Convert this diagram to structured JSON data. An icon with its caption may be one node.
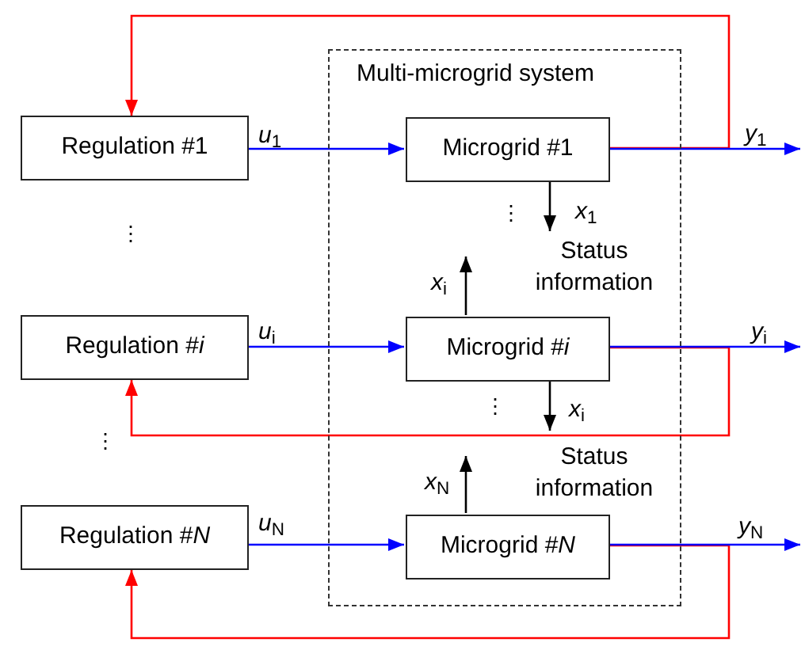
{
  "diagram": {
    "nodes": [
      {
        "text": [
          "Regulation #1"
        ]
      },
      {
        "text": [
          "Regulation #*i*"
        ]
      },
      {
        "text": [
          "Regulation #*N*"
        ]
      },
      {
        "text": [
          "Multi-microgrid system"
        ]
      },
      {
        "text": [
          "Microgrid #1"
        ],
        "in": 3
      },
      {
        "text": [
          "Microgrid #*i*"
        ],
        "in": 3
      },
      {
        "text": [
          "Microgrid #*N*"
        ],
        "in": 3
      },
      {
        "text": [
          "Status information"
        ],
        "in": 3
      },
      {
        "text": [
          "Status information"
        ],
        "in": 3
      }
    ],
    "edges": [
      {
        "from": 0,
        "to": 4,
        "arrow": "to",
        "label": "*u*$_{1}$"
      },
      {
        "from": 4,
        "to": null,
        "arrow": "to",
        "label": "*y*$_{1}$"
      },
      {
        "from": 4,
        "to": 0,
        "arrow": "to",
        "color": "#ff0000"
      },
      {
        "from": 4,
        "to": 7,
        "arrow": "to",
        "label": "*x*$_{1}$",
        "color": "#000000"
      },
      {
        "from": 5,
        "to": 7,
        "arrow": "to",
        "label": "*x*$_{i}$",
        "color": "#000000"
      },
      {
        "from": 1,
        "to": 5,
        "arrow": "to",
        "label": "*u*$_{i}$"
      },
      {
        "from": 5,
        "to": null,
        "arrow": "to",
        "label": "*y*$_{i}$"
      },
      {
        "from": 5,
        "to": 1,
        "arrow": "to",
        "color": "#ff0000"
      },
      {
        "from": 5,
        "to": 8,
        "arrow": "to",
        "label": "*x*$_{i}$",
        "color": "#000000"
      },
      {
        "from": 6,
        "to": 8,
        "arrow": "to",
        "label": "*x*$_{N}$",
        "color": "#000000"
      },
      {
        "from": 2,
        "to": 6,
        "arrow": "to",
        "label": "*u*$_{N}$"
      },
      {
        "from": 6,
        "to": null,
        "arrow": "to",
        "label": "*y*$_{N}$"
      },
      {
        "from": 6,
        "to": 2,
        "arrow": "to",
        "color": "#ff0000"
      }
    ],
    "labels": [
      "⋮",
      "⋮",
      "⋮",
      "⋮"
    ]
  }
}
